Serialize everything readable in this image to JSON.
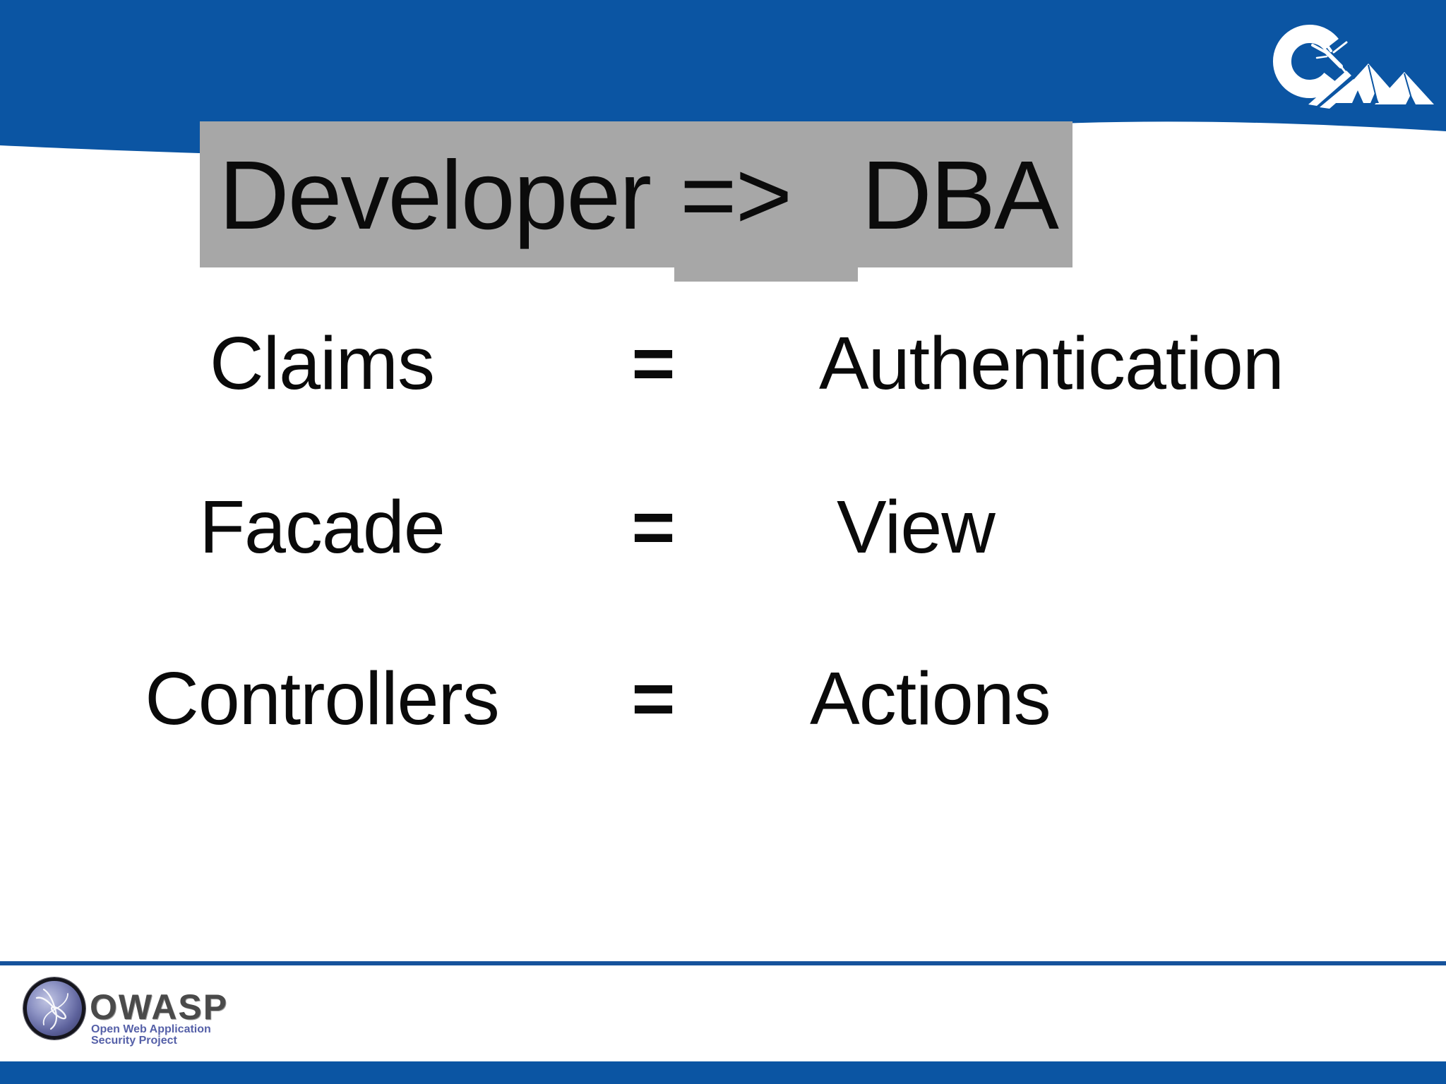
{
  "slide": {
    "title": {
      "left": "Developer",
      "arrow": "=>",
      "right": "DBA"
    },
    "rows": [
      {
        "term": "Claims",
        "equals": "=",
        "definition": "Authentication"
      },
      {
        "term": "Facade",
        "equals": "=",
        "definition": "View"
      },
      {
        "term": "Controllers",
        "equals": "=",
        "definition": "Actions"
      }
    ]
  },
  "header": {
    "logo": "conference-c-mountains-logo"
  },
  "footer": {
    "brand": "OWASP",
    "tagline_line1": "Open Web Application",
    "tagline_line2": "Security Project"
  },
  "colors": {
    "band_blue": "#0b55a3",
    "divider_blue": "#16539c",
    "highlight_gray": "#a7a7a7",
    "text_black": "#0a0a0a",
    "wordmark_gray": "#4a4a4a",
    "tagline_blue": "#5560a8"
  }
}
